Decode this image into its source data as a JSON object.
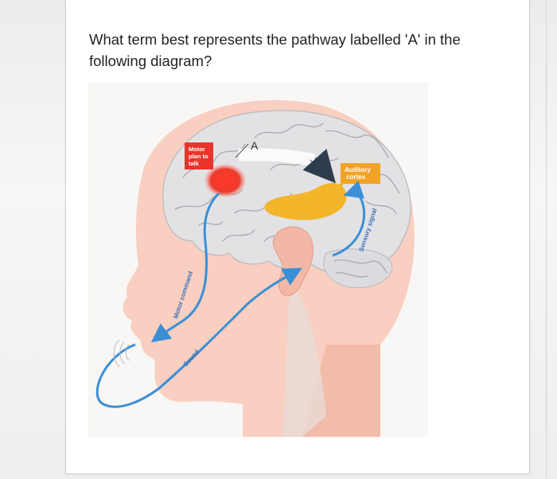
{
  "question": {
    "text": "What term best represents the pathway labelled 'A' in the following diagram?"
  },
  "diagram": {
    "marker_letter": "A",
    "motor_plan": [
      "Motor",
      "plan to",
      "talk"
    ],
    "auditory_cortex": [
      "Auditory",
      "cortex"
    ],
    "motor_command": "Motor command",
    "sound": "Sound",
    "sensory_signal": "Sensory signal",
    "colors": {
      "motor_region": "#e8342b",
      "auditory_region": "#f3b52a",
      "arrow_blue": "#3b8fd6",
      "skin": "#f7c9bb"
    }
  }
}
